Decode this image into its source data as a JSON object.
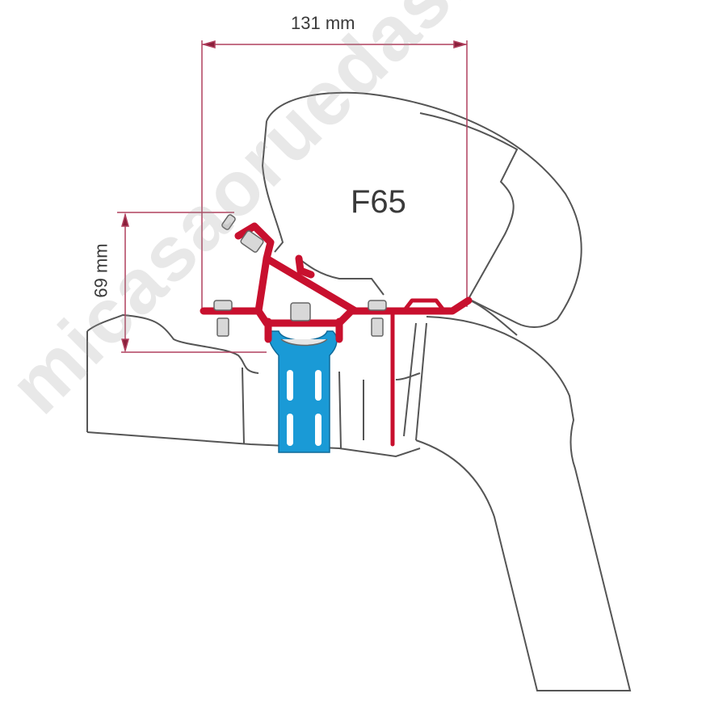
{
  "diagram": {
    "type": "technical-mounting-drawing",
    "product_label": "F65",
    "dimensions": {
      "width_label": "131 mm",
      "height_label": "69 mm"
    },
    "components": [
      {
        "name": "awning-housing",
        "label": "F65",
        "color": "#3a3a3a"
      },
      {
        "name": "adapter-bracket",
        "color": "#c8102e"
      },
      {
        "name": "roof-rail-adapter",
        "color": "#1a9ad6"
      },
      {
        "name": "vehicle-roof-profile",
        "color": "#555555"
      }
    ],
    "colors": {
      "outline": "#555555",
      "dimension_line": "#b0405e",
      "bracket": "#c8102e",
      "rail_adapter": "#1a9ad6",
      "bolt": "#cfcfcf"
    },
    "watermark": "micasaoruedas.com"
  }
}
